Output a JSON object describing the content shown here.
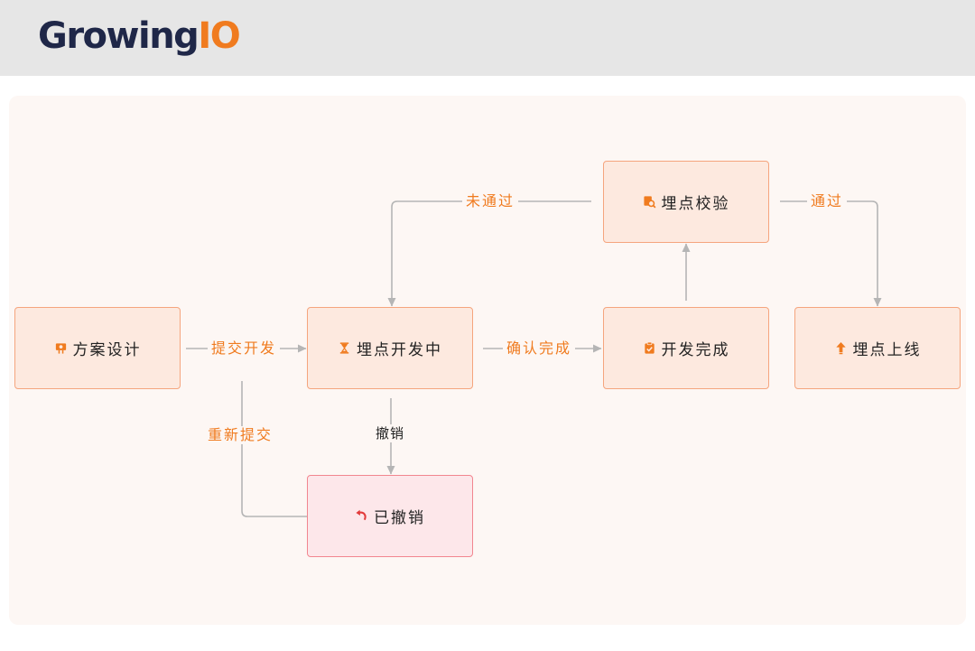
{
  "brand": {
    "logo_main": "Growing",
    "logo_accent": "IO",
    "accent_color": "#f07b1f",
    "text_color": "#1f2748"
  },
  "nodes": {
    "design": {
      "label": "方案设计",
      "icon": "signboard-icon"
    },
    "developing": {
      "label": "埋点开发中",
      "icon": "hourglass-icon"
    },
    "dev_done": {
      "label": "开发完成",
      "icon": "clipboard-check-icon"
    },
    "verify": {
      "label": "埋点校验",
      "icon": "magnifier-document-icon"
    },
    "online": {
      "label": "埋点上线",
      "icon": "upload-arrow-icon"
    },
    "cancelled": {
      "label": "已撤销",
      "icon": "undo-arrow-icon"
    }
  },
  "edges": {
    "submit_dev": "提交开发",
    "confirm_done": "确认完成",
    "not_passed": "未通过",
    "passed": "通过",
    "cancel": "撤销",
    "resubmit": "重新提交"
  },
  "colors": {
    "node_fill": "#fde9df",
    "node_border": "#f5a57e",
    "cancel_fill": "#fde7ea",
    "cancel_border": "#f2868f",
    "connector": "#b5b5b5",
    "canvas": "#fdf7f4"
  }
}
